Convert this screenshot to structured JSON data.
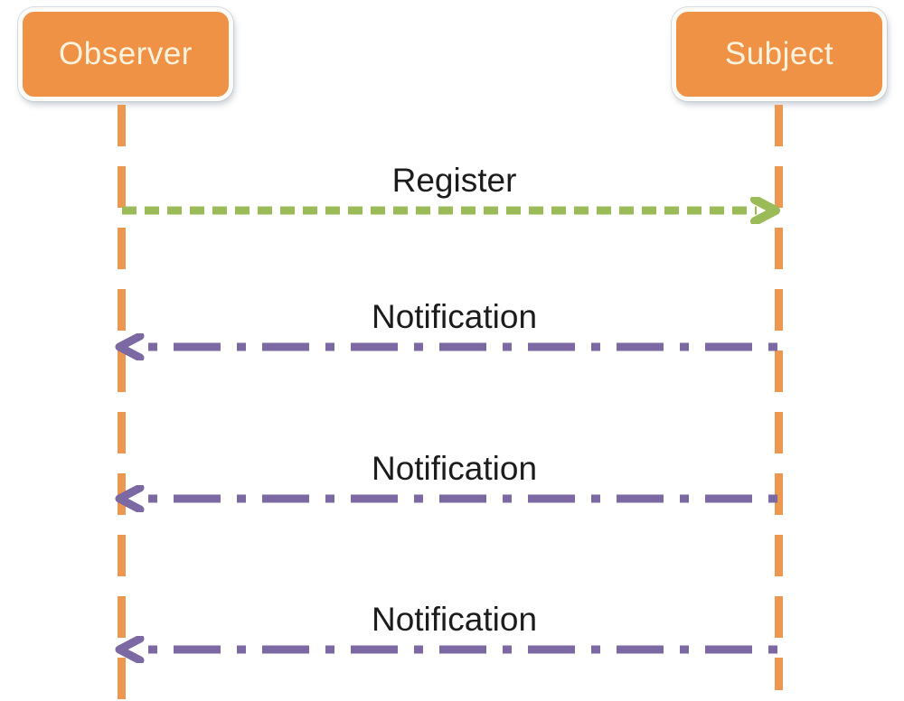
{
  "diagram": {
    "type": "sequence-diagram",
    "pattern": "Observer",
    "actors": [
      {
        "id": "observer",
        "name": "Observer"
      },
      {
        "id": "subject",
        "name": "Subject"
      }
    ],
    "messages": [
      {
        "label": "Register",
        "from": "Observer",
        "to": "Subject",
        "direction": "right",
        "line_style": "dashed",
        "color": "#9BBB59"
      },
      {
        "label": "Notification",
        "from": "Subject",
        "to": "Observer",
        "direction": "left",
        "line_style": "dash-dot",
        "color": "#7C68A2"
      },
      {
        "label": "Notification",
        "from": "Subject",
        "to": "Observer",
        "direction": "left",
        "line_style": "dash-dot",
        "color": "#7C68A2"
      },
      {
        "label": "Notification",
        "from": "Subject",
        "to": "Observer",
        "direction": "left",
        "line_style": "dash-dot",
        "color": "#7C68A2"
      }
    ],
    "colors": {
      "actor_fill": "#EF9245",
      "actor_border": "#FCFBF7",
      "actor_text": "#FBF2DE",
      "lifeline": "#EC9850",
      "register_arrow": "#9BBB59",
      "notification_arrow": "#7C68A2",
      "label_text": "#1C1C1C",
      "background": "#FFFFFF"
    }
  }
}
